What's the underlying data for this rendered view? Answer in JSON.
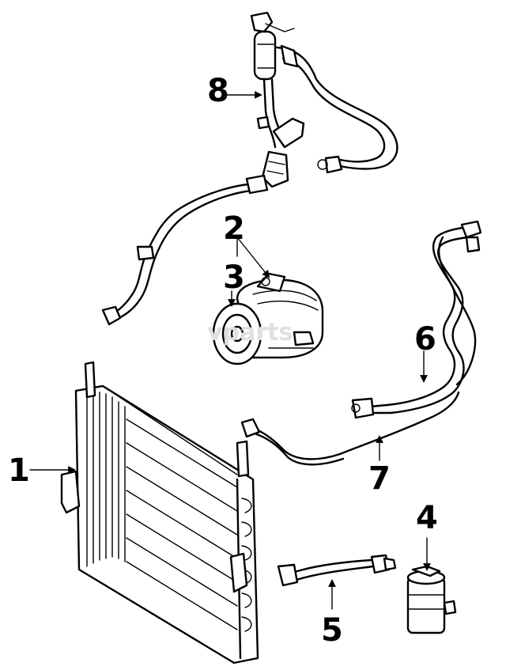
{
  "diagram": {
    "callouts": [
      {
        "id": "1",
        "label": "1"
      },
      {
        "id": "2",
        "label": "2"
      },
      {
        "id": "3",
        "label": "3"
      },
      {
        "id": "4",
        "label": "4"
      },
      {
        "id": "5",
        "label": "5"
      },
      {
        "id": "6",
        "label": "6"
      },
      {
        "id": "7",
        "label": "7"
      },
      {
        "id": "8",
        "label": "8"
      }
    ],
    "watermark": "vparts"
  }
}
